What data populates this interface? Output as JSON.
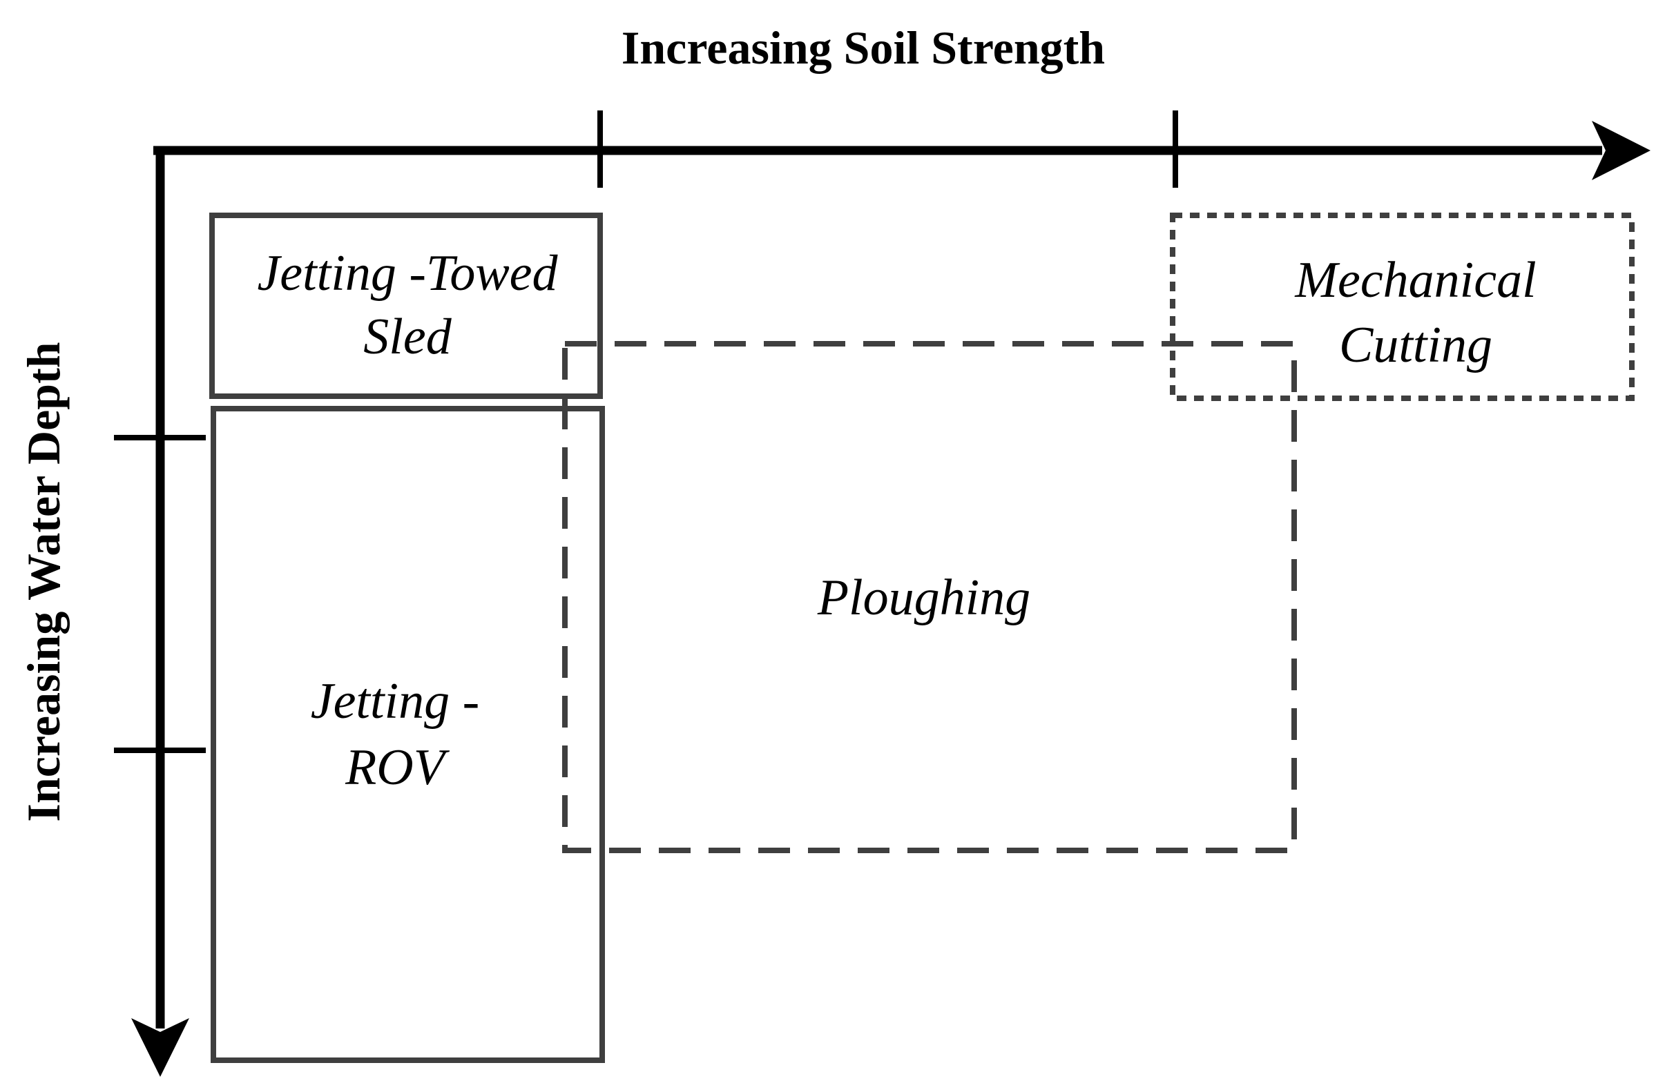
{
  "diagram": {
    "x_axis": {
      "title": "Increasing Soil Strength"
    },
    "y_axis": {
      "title": "Increasing Water Depth"
    },
    "regions": {
      "jetting_towed_sled": {
        "line1": "Jetting -Towed",
        "line2": "Sled"
      },
      "jetting_rov": {
        "line1": "Jetting -",
        "line2": "ROV"
      },
      "ploughing": {
        "line1": "Ploughing"
      },
      "mechanical_cutting": {
        "line1": "Mechanical",
        "line2": "Cutting"
      }
    },
    "colors": {
      "axis": "#000000",
      "box_stroke": "#3f3f3f",
      "text": "#000000"
    }
  }
}
